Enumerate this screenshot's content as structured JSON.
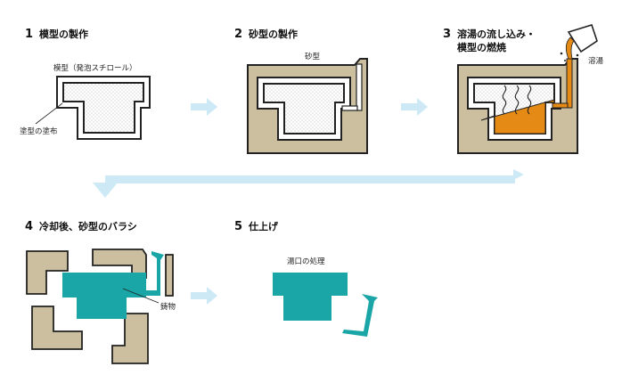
{
  "steps": [
    {
      "number": "1",
      "title": "模型の製作"
    },
    {
      "number": "2",
      "title": "砂型の製作"
    },
    {
      "number": "3",
      "title_line1": "溶湯の流し込み・",
      "title_line2": "模型の燃焼"
    },
    {
      "number": "4",
      "title": "冷却後、砂型のバラシ"
    },
    {
      "number": "5",
      "title": "仕上げ"
    }
  ],
  "labels": {
    "pattern": "模型（発泡スチロール）",
    "coating": "塗型の塗布",
    "sand_mold": "砂型",
    "molten_metal": "溶湯",
    "casting": "鋳物",
    "gate_processing": "湯口の処理"
  },
  "colors": {
    "sand": "#cbbf9f",
    "arrow": "#cde9f5",
    "teal": "#1aa6a6",
    "molten": "#e58a14",
    "outline": "#222222"
  }
}
